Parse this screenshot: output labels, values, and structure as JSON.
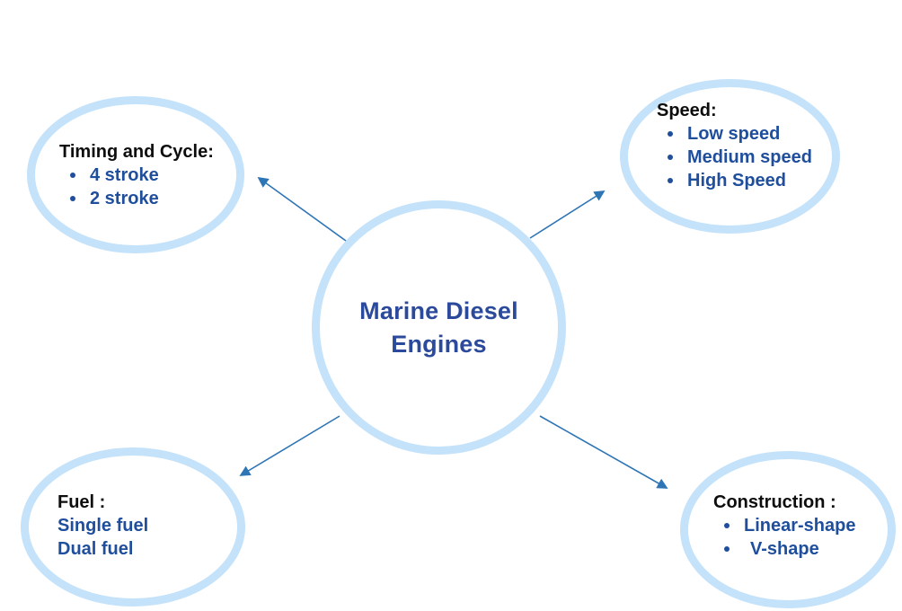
{
  "colors": {
    "background": "#ffffff",
    "ellipse_border": "#c4e2fa",
    "heading_text": "#0d0d0d",
    "item_text": "#1f4e9c",
    "center_title_text": "#2b4a9c",
    "arrow": "#2e75b6"
  },
  "diagram": {
    "center": {
      "title": "Marine Diesel Engines"
    },
    "nodes": [
      {
        "heading": "Timing and Cycle:",
        "items": [
          "4 stroke",
          "2 stroke"
        ]
      },
      {
        "heading": "Speed:",
        "items": [
          "Low speed",
          "Medium speed",
          "High Speed"
        ]
      },
      {
        "heading": "Fuel :",
        "items": [
          "Single fuel",
          "Dual fuel"
        ]
      },
      {
        "heading": "Construction :",
        "items": [
          "Linear-shape",
          "V-shape"
        ]
      }
    ]
  }
}
